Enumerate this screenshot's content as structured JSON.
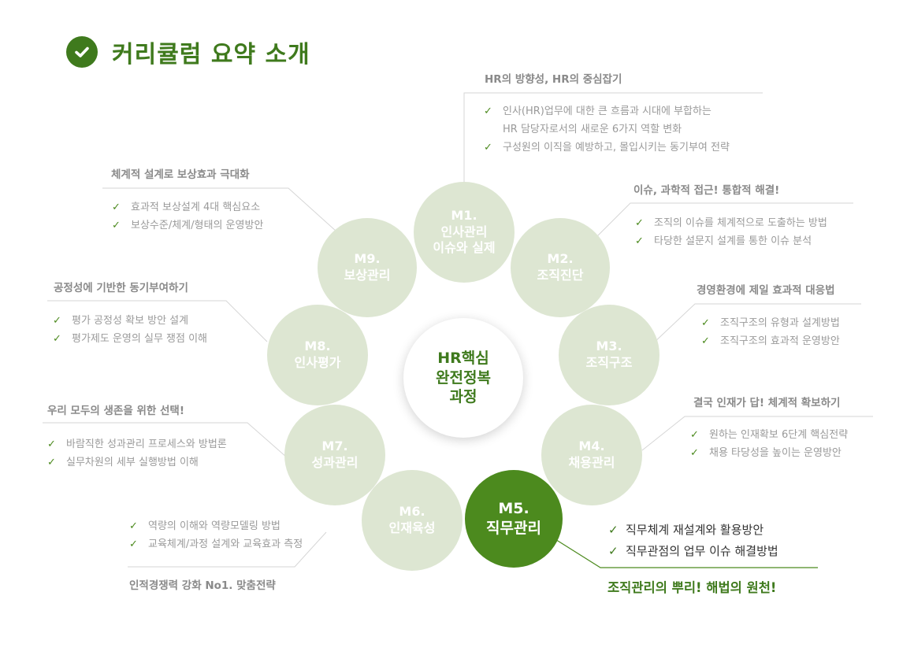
{
  "title": "커리큘럼 요약 소개",
  "center": "HR핵심\n완전정복\n과정",
  "modules": [
    {
      "code": "M1.",
      "name": "인사관리\n이슈와 실제"
    },
    {
      "code": "M2.",
      "name": "조직진단"
    },
    {
      "code": "M3.",
      "name": "조직구조"
    },
    {
      "code": "M4.",
      "name": "채용관리"
    },
    {
      "code": "M5.",
      "name": "직무관리"
    },
    {
      "code": "M6.",
      "name": "인재육성"
    },
    {
      "code": "M7.",
      "name": "성과관리"
    },
    {
      "code": "M8.",
      "name": "인사평가"
    },
    {
      "code": "M9.",
      "name": "보상관리"
    }
  ],
  "details": {
    "m1": {
      "heading": "HR의 방향성, HR의 중심잡기",
      "bullets": [
        "인사(HR)업무에  대한 큰 흐름과 시대에 부합하는",
        "HR 담당자로서의  새로운 6가지 역할 변화",
        "구성원의 이직을 예방하고, 몰입시키는 동기부여 전략"
      ]
    },
    "m2": {
      "heading": "이슈, 과학적 접근! 통합적 해결!",
      "bullets": [
        "조직의 이슈를 체계적으로 도출하는 방법",
        "타당한 설문지 설계를 통한 이슈 분석"
      ]
    },
    "m3": {
      "heading": "경영환경에  제일 효과적 대응법",
      "bullets": [
        "조직구조의 유형과 설계방법",
        "조직구조의 효과적 운영방안"
      ]
    },
    "m4": {
      "heading": "결국 인재가 답! 체계적 확보하기",
      "bullets": [
        "원하는 인재확보 6단계 핵심전략",
        "채용 타당성을 높이는 운영방안"
      ]
    },
    "m5": {
      "heading": "조직관리의 뿌리!  해법의 원천!",
      "bullets": [
        "직무체계  재설계와  활용방안",
        "직무관점의  업무  이슈  해결방법"
      ]
    },
    "m6": {
      "heading": "인적경쟁력  강화 No1. 맞춤전략",
      "bullets": [
        "역량의 이해와 역량모델링 방법",
        "교육체계/과정 설계와 교육효과 측정"
      ]
    },
    "m7": {
      "heading": "우리 모두의 생존을 위한 선택!",
      "bullets": [
        "바람직한 성과관리 프로세스와 방법론",
        "실무차원의 세부 실행방법 이해"
      ]
    },
    "m8": {
      "heading": "공정성에 기반한 동기부여하기",
      "bullets": [
        "평가 공정성 확보 방안 설계",
        "평가제도 운영의 실무 쟁점 이해"
      ]
    },
    "m9": {
      "heading": "체계적 설계로 보상효과 극대화",
      "bullets": [
        "효과적 보상설계 4대 핵심요소",
        "보상수준/체계/형태의  운영방안"
      ]
    }
  },
  "colors": {
    "accent": "#3f7a1d",
    "active_circle": "#4c8a1e",
    "inactive_circle": "#dde6d2",
    "muted_text": "#8a8a8a"
  },
  "icons": {
    "title": "check-circle-icon",
    "bullet": "check-icon"
  }
}
